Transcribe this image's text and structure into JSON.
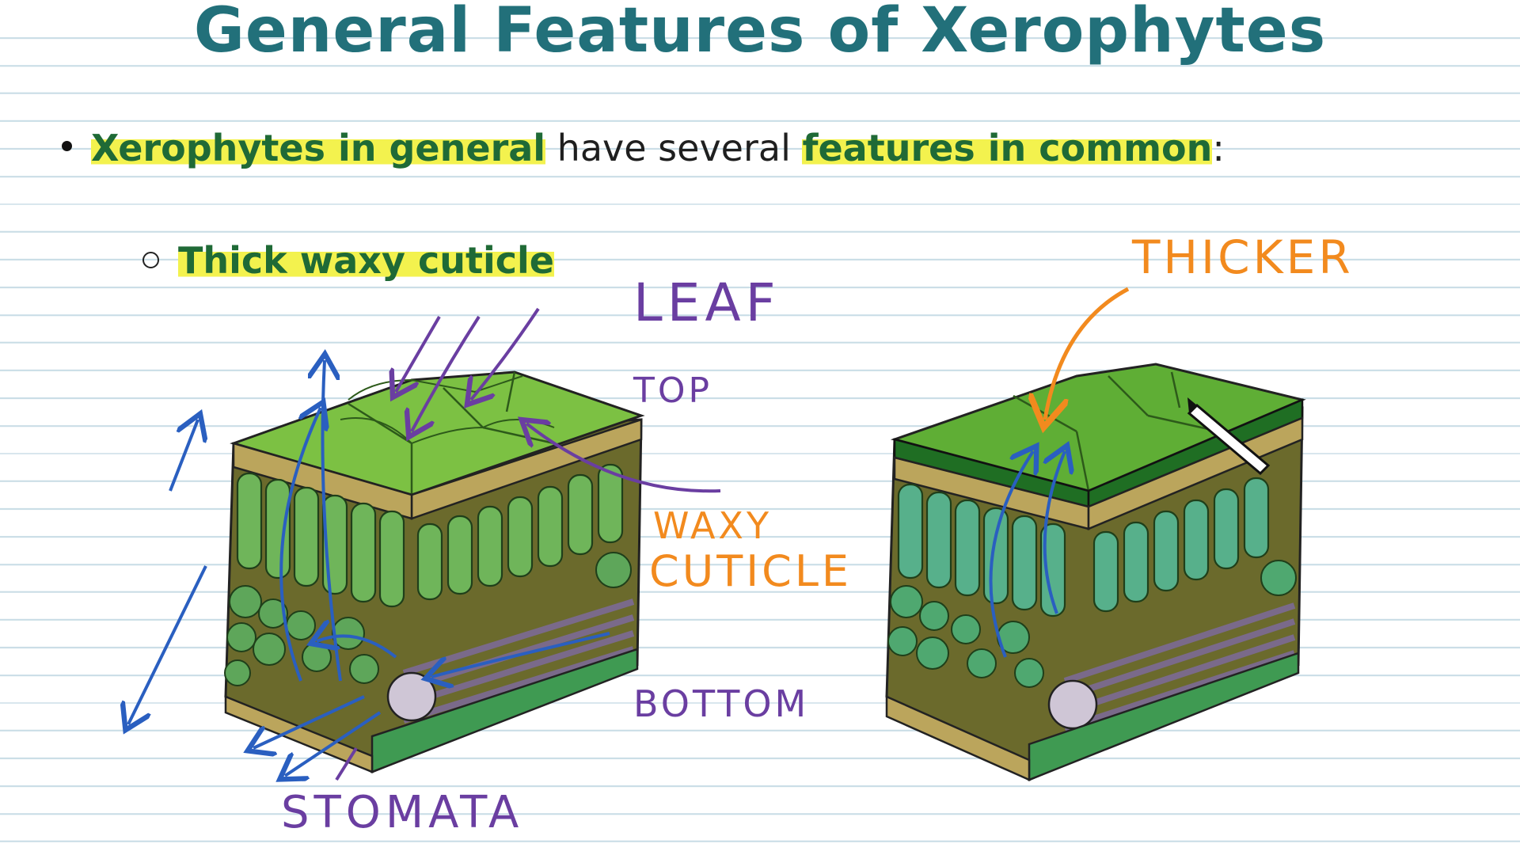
{
  "title": "General Features of Xerophytes",
  "bullet": {
    "part1": "Xerophytes in general",
    "part2": " have several ",
    "part3": "features in common",
    "part4": ":"
  },
  "sub_bullet": "Thick waxy cuticle",
  "annotations": {
    "leaf": "LEAF",
    "top": "TOP",
    "waxy": "WAXY",
    "cuticle": "CUTICLE",
    "bottom": "BOTTOM",
    "stomata": "STOMATA",
    "thicker": "THICKER"
  },
  "colors": {
    "title": "#22707a",
    "highlight": "#f3f24e",
    "purple_ink": "#6a3ea1",
    "orange_ink": "#f28a1e",
    "blue_ink": "#2a5fc0",
    "leaf_green": "#6ea63a"
  }
}
